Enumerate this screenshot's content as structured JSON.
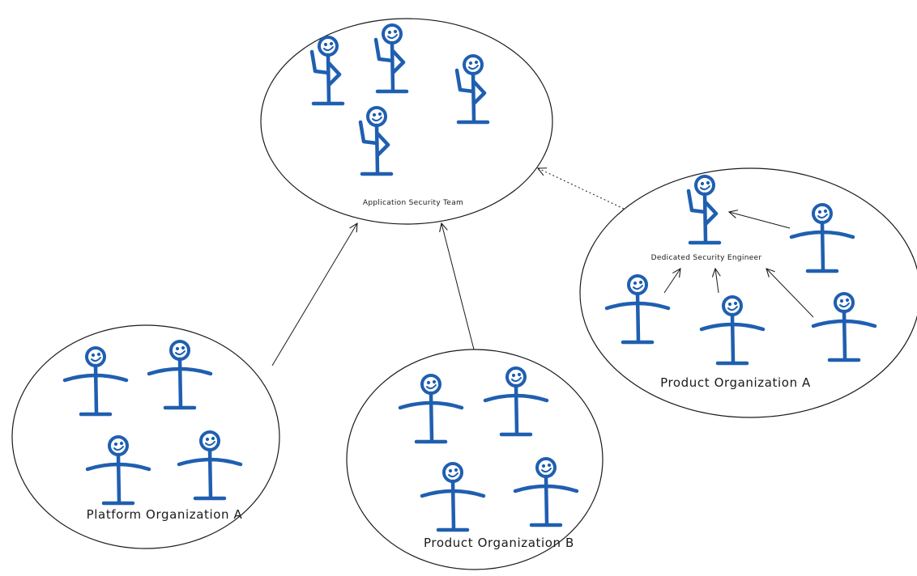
{
  "colors": {
    "person": "#1f5fb0",
    "outline": "#1a1a1a"
  },
  "icons": {
    "person": "stick-figure-icon"
  },
  "groups": {
    "app_security_team": {
      "label": "Application Security Team"
    },
    "product_org_a": {
      "label": "Product Organization A",
      "sub_label": "Dedicated Security Engineer"
    },
    "platform_org_a": {
      "label": "Platform Organization A"
    },
    "product_org_b": {
      "label": "Product Organization B"
    }
  }
}
